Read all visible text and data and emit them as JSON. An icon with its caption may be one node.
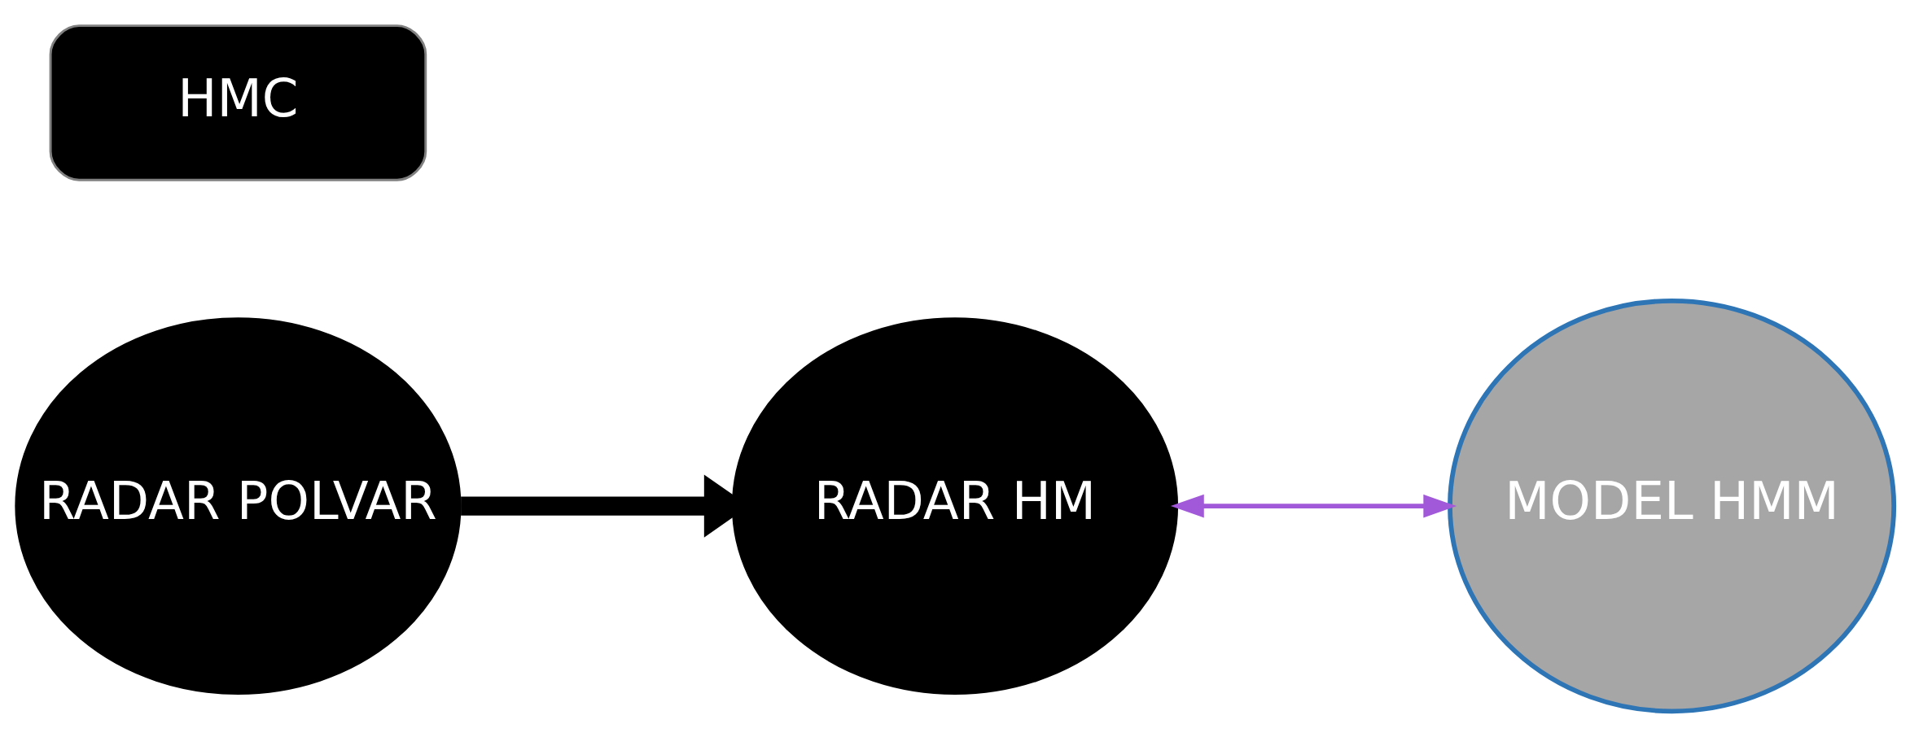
{
  "diagram": {
    "nodes": [
      {
        "text": [
          "RADAR POLVAR"
        ]
      },
      {
        "text": [
          "HMC"
        ]
      },
      {
        "text": [
          "RADAR HM"
        ]
      },
      {
        "text": [
          "MODEL HMM"
        ]
      }
    ],
    "edges": [
      {
        "from": 0,
        "to": 2,
        "arrow": "to",
        "style": "thick"
      },
      {
        "from": 2,
        "to": 3,
        "arrow": "both",
        "color": "#a259d9"
      }
    ]
  }
}
